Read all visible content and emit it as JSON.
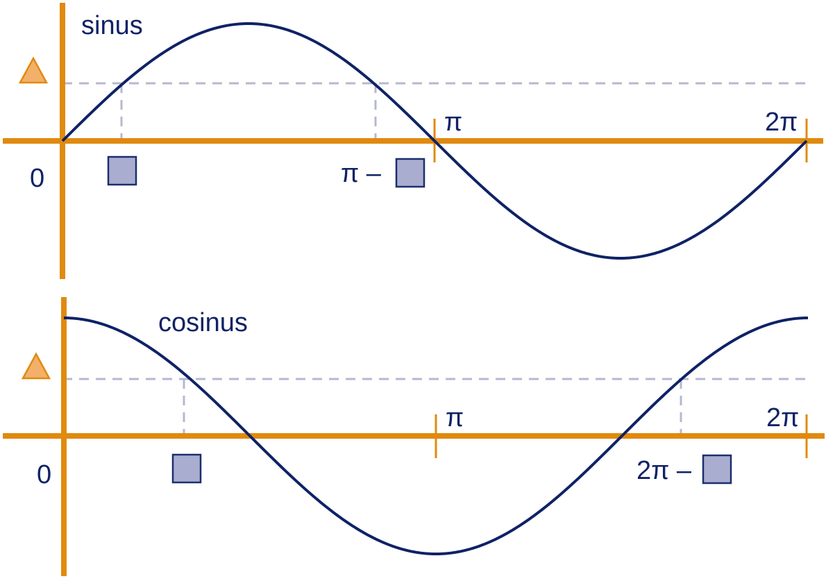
{
  "colors": {
    "axis": "#E08A0E",
    "curve": "#0F2266",
    "guide": "#B4B8D2",
    "square_fill": "#A9ADD0",
    "square_stroke": "#1B2E6E",
    "triangle_fill": "#F2B06A",
    "triangle_stroke": "#E08A0E",
    "text": "#0F2266"
  },
  "icons": {
    "triangle": "triangle-icon",
    "square": "square-icon"
  },
  "panels": [
    {
      "id": "sine",
      "function": "sin",
      "title": "sinus",
      "origin_label": "0",
      "tick_labels": {
        "pi": "π",
        "two_pi": "2π"
      },
      "level_value": 0.5,
      "guide_x": [
        "θ",
        "π − θ"
      ],
      "square_prefixes": [
        "",
        "π –"
      ]
    },
    {
      "id": "cosine",
      "function": "cos",
      "title": "cosinus",
      "origin_label": "0",
      "tick_labels": {
        "pi": "π",
        "two_pi": "2π"
      },
      "level_value": 0.5,
      "guide_x": [
        "θ",
        "2π − θ"
      ],
      "square_prefixes": [
        "",
        "2π –"
      ]
    }
  ]
}
